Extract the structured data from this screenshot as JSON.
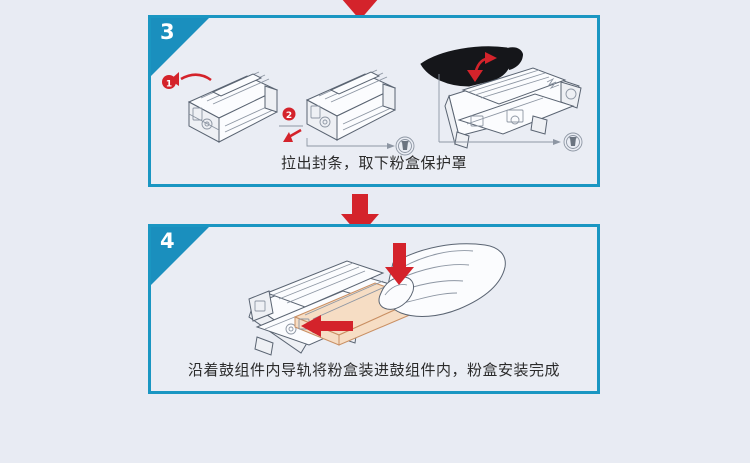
{
  "page": {
    "background_color": "#e8ebf3",
    "accent_color": "#1a96c2",
    "arrow_color": "#d4232b",
    "badge_text_color": "#ffffff"
  },
  "connectors": [
    {
      "name": "arrow-top",
      "icon": "down-arrow-icon",
      "color": "#d4232b"
    },
    {
      "name": "arrow-middle",
      "icon": "down-arrow-icon",
      "color": "#d4232b"
    }
  ],
  "steps": [
    {
      "number": "3",
      "caption": "拉出封条，取下粉盒保护罩",
      "illustrations": [
        {
          "name": "toner-cartridge-pull-seal",
          "markers": [
            "1"
          ],
          "icon": "curved-arrow-icon"
        },
        {
          "name": "toner-cartridge-remove-seal",
          "markers": [
            "2"
          ],
          "icon": "recycle-bin-icon"
        },
        {
          "name": "drum-unit-remove-cover",
          "markers": [],
          "icon": "recycle-bin-icon"
        }
      ]
    },
    {
      "number": "4",
      "caption": "沿着鼓组件内导轨将粉盒装进鼓组件内，粉盒安装完成",
      "illustrations": [
        {
          "name": "hand-inserting-cartridge-into-drum",
          "markers": [],
          "icon": "down-arrow-icon"
        }
      ]
    }
  ]
}
